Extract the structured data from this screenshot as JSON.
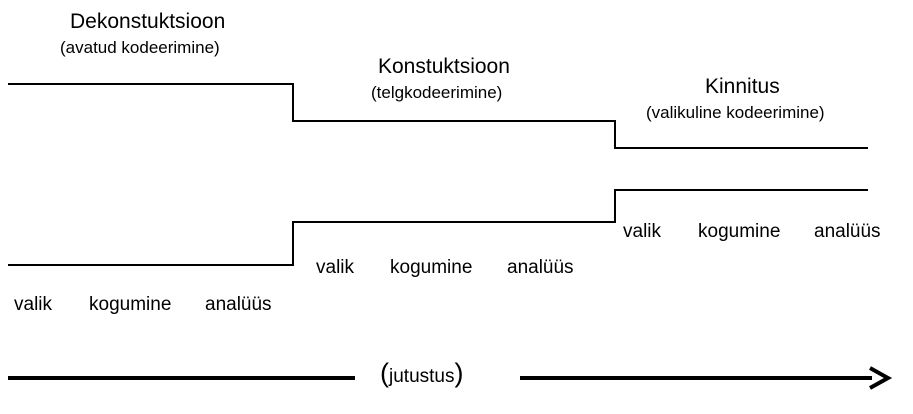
{
  "phases": [
    {
      "title": "Dekonstuktsioon",
      "subtitle": "(avatud kodeerimine)",
      "steps": [
        "valik",
        "kogumine",
        "analüüs"
      ]
    },
    {
      "title": "Konstuktsioon",
      "subtitle": "(telgkodeerimine)",
      "steps": [
        "valik",
        "kogumine",
        "analüüs"
      ]
    },
    {
      "title": "Kinnitus",
      "subtitle": "(valikuline kodeerimine)",
      "steps": [
        "valik",
        "kogumine",
        "analüüs"
      ]
    }
  ],
  "timeline": {
    "open_paren": "(",
    "label": "jutustus",
    "close_paren": ")"
  }
}
